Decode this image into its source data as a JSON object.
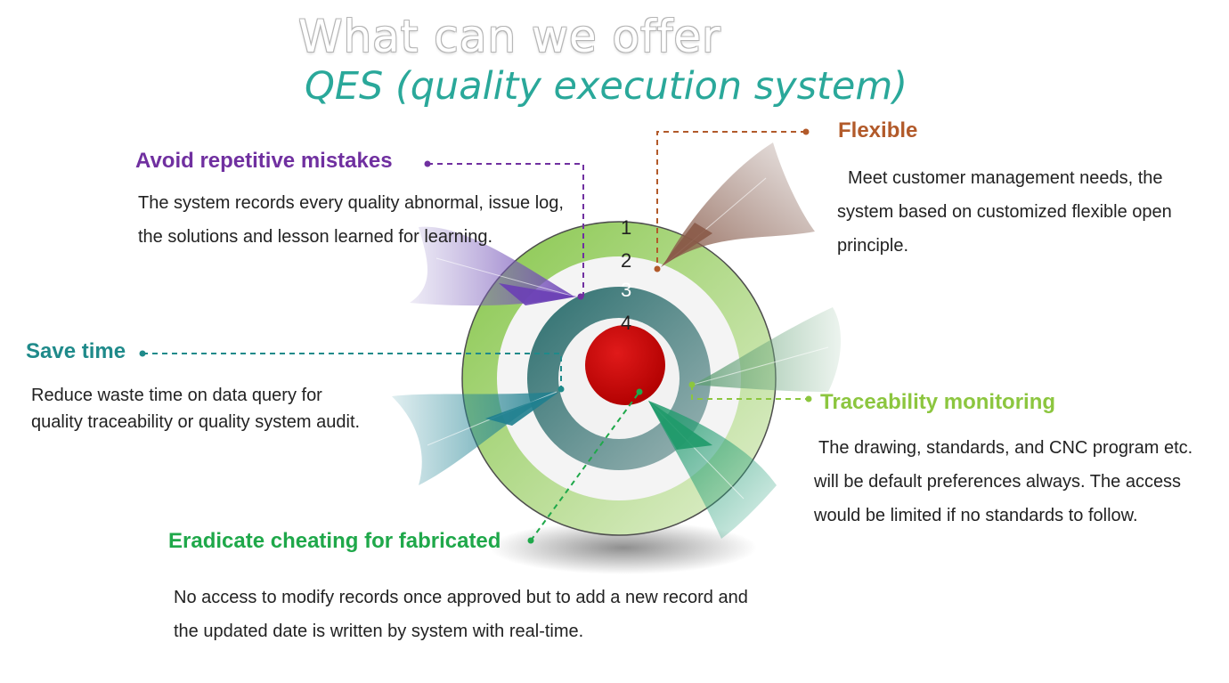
{
  "title": "What can we offer",
  "subtitle": "QES (quality execution system)",
  "rings": [
    "1",
    "2",
    "3",
    "4"
  ],
  "colors": {
    "purple": "#7030a0",
    "teal": "#1f8a8a",
    "orange": "#b25a2a",
    "lime": "#8cc63f",
    "green": "#1fa84a",
    "red": "#cc0000"
  },
  "features": {
    "avoid": {
      "heading": "Avoid repetitive mistakes",
      "description": "The system records every quality abnormal, issue log,  the solutions and lesson learned for learning."
    },
    "flexible": {
      "heading": "Flexible",
      "description": "Meet customer management needs, the system based on customized flexible open principle."
    },
    "save_time": {
      "heading": "Save time",
      "description": "Reduce waste time on data query for quality traceability or quality system audit."
    },
    "traceability": {
      "heading": "Traceability  monitoring",
      "description": "The drawing, standards, and CNC program etc. will be default preferences always. The access would be limited if no standards to follow."
    },
    "eradicate": {
      "heading": "Eradicate cheating for fabricated",
      "description": "No access to modify records once approved but to add a new record and the updated date is written by system with real-time."
    }
  }
}
